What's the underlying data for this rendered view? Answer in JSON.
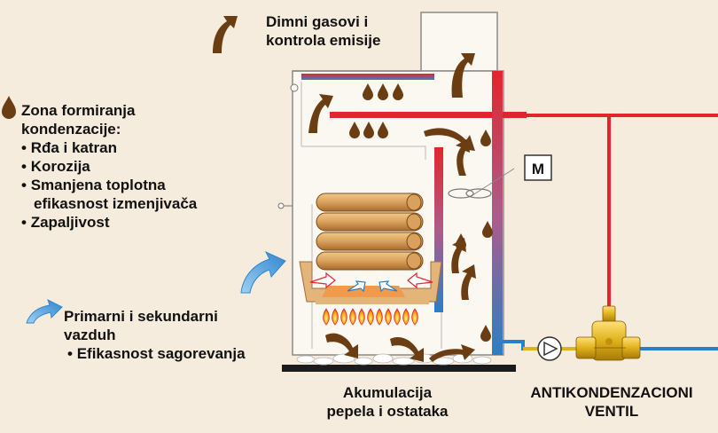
{
  "flue_label": [
    "Dimni gasovi i",
    "kontrola emisije"
  ],
  "condensation": {
    "title": [
      "Zona formiranja",
      "kondenzacije:"
    ],
    "items": [
      "Rđa i katran",
      "Korozija",
      "Smanjena toplotna efikasnost izmenjivača",
      "Zapaljivost"
    ]
  },
  "air": {
    "title": [
      "Primarni i sekundarni",
      "vazduh"
    ],
    "items": [
      "Efikasnost sagorevanja"
    ]
  },
  "ash_label": [
    "Akumulacija",
    "pepela i ostataka"
  ],
  "valve_label": [
    "ANTIKONDENZACIONI",
    "VENTIL"
  ],
  "motor_label": "M",
  "colors": {
    "background": "#f6ecdd",
    "hot_pipe": "#e0262c",
    "cold_pipe": "#2a7fc6",
    "flow_arrow": "#6b3d12",
    "condensate_drop": "#6b3d12",
    "air_arrow": "#4fa3e0",
    "valve": "#e0b11a",
    "log": "#d9a15c",
    "flame": "#ff9a1a"
  }
}
